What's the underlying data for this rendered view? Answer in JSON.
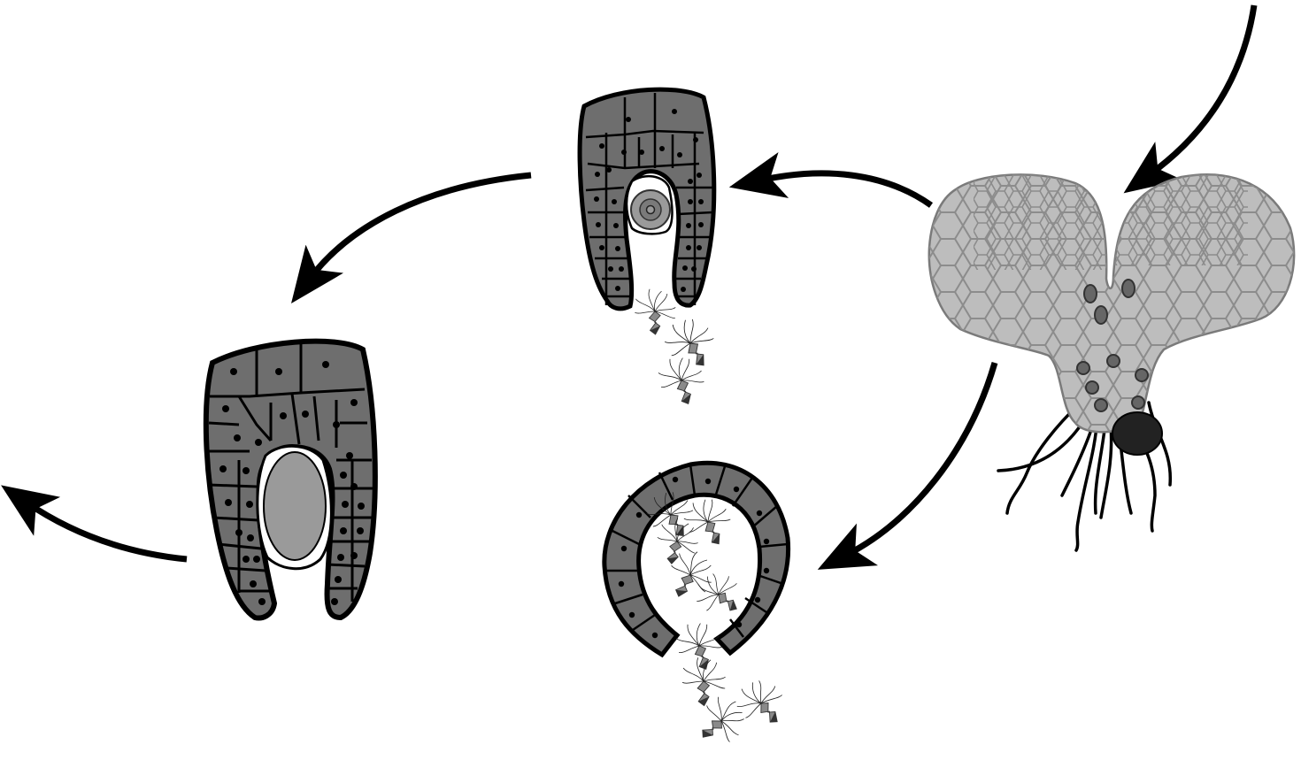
{
  "figure": {
    "text_labels": [],
    "colors": {
      "background": "#ffffff",
      "outline": "#000000",
      "cell_fill": "#6e6e6e",
      "thallus_fill": "#bdbdbd",
      "thallus_cell_line": "#8c8c8c",
      "egg_fill": "#9a9a9a",
      "antheridium_dark": "#2a2a2a",
      "sperm_gray": "#8a8a8a"
    }
  },
  "panels": [
    {
      "id": "gametophyte",
      "icon": "heart-shaped-thallus-icon"
    },
    {
      "id": "archegonium",
      "icon": "archegonium-with-egg-icon"
    },
    {
      "id": "antheridium",
      "icon": "antheridium-releasing-sperm-icon"
    },
    {
      "id": "zygote",
      "icon": "archegonium-with-zygote-icon"
    }
  ],
  "arrows": [
    {
      "id": "arrow-in",
      "from": "offscreen",
      "to": "gametophyte"
    },
    {
      "id": "arrow-gametophyte-archegonium",
      "from": "gametophyte",
      "to": "archegonium"
    },
    {
      "id": "arrow-gametophyte-antheridium",
      "from": "gametophyte",
      "to": "antheridium"
    },
    {
      "id": "arrow-archegonium-zygote",
      "from": "archegonium",
      "to": "zygote"
    },
    {
      "id": "arrow-out",
      "from": "zygote",
      "to": "offscreen"
    }
  ]
}
